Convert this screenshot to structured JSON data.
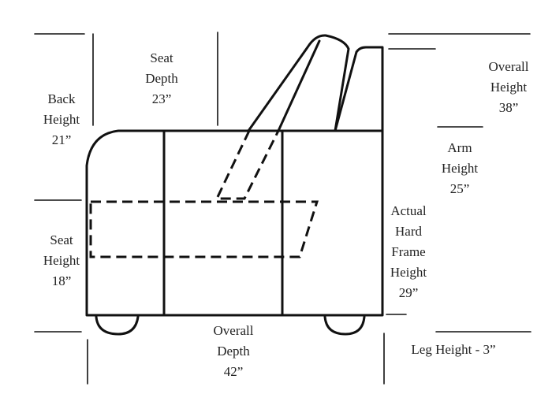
{
  "colors": {
    "line": "#111111",
    "text": "#222222",
    "background": "#ffffff"
  },
  "labels": {
    "seat_depth": [
      "Seat",
      "Depth",
      "23”"
    ],
    "back_height": [
      "Back",
      "Height",
      "21”"
    ],
    "overall_height": [
      "Overall",
      "Height",
      "38”"
    ],
    "arm_height": [
      "Arm",
      "Height",
      "25”"
    ],
    "seat_height": [
      "Seat",
      "Height",
      "18”"
    ],
    "hard_frame_height": [
      "Actual",
      "Hard",
      "Frame",
      "Height",
      "29”"
    ],
    "overall_depth": [
      "Overall",
      "Depth",
      "42”"
    ],
    "leg_height": "Leg Height - 3”"
  }
}
